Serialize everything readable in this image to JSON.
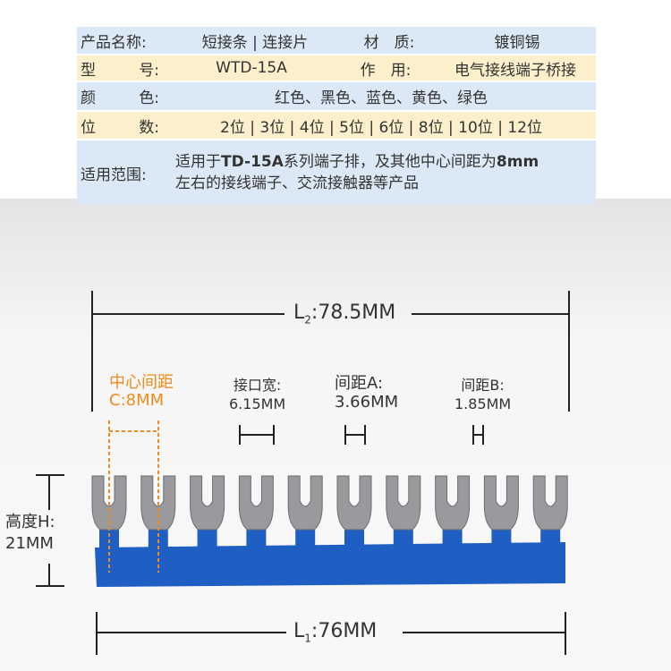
{
  "spec_table": {
    "product_name_label": "产品名称:",
    "product_name": "短接条 | 连接片",
    "material_label": "材　质:",
    "material": "镀铜锡",
    "model_label_a": "型",
    "model_label_b": "号:",
    "model": "WTD-15A",
    "function_label": "作　用:",
    "function": "电气接线端子桥接",
    "color_label_a": "颜",
    "color_label_b": "色:",
    "colors": "红色、黑色、蓝色、黄色、绿色",
    "positions_label_a": "位",
    "positions_label_b": "数:",
    "positions": "2位 | 3位 | 4位 | 5位 | 6位 | 8位 | 10位 | 12位",
    "scope_label": "适用范围:",
    "scope_line1_a": "适用于",
    "scope_line1_b": "TD-15A",
    "scope_line1_c": "系列端子排，及其他中心间距为",
    "scope_line1_d": "8mm",
    "scope_line2": "左右的接线端子、交流接触器等产品"
  },
  "diagram": {
    "l2_label": "L",
    "l2_sub": "2",
    "l2_value": ":78.5MM",
    "center_label": "中心间距",
    "center_value": "C:8MM",
    "port_width_label": "接口宽:",
    "port_width_value": "6.15MM",
    "gap_a_label": "间距A:",
    "gap_a_value": "3.66MM",
    "gap_b_label": "间距B:",
    "gap_b_value": "1.85MM",
    "height_label": "高度H:",
    "height_value": "21MM",
    "l1_label": "L",
    "l1_sub": "1",
    "l1_value": ":76MM",
    "terminal_count": 10,
    "strip_color": "#1f5fc4",
    "accent_color": "#f08a1c"
  }
}
